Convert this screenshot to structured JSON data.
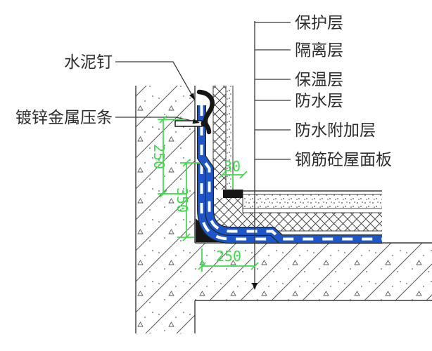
{
  "drawing": {
    "title": "parapet-roof-waterproofing-detail",
    "left_labels": [
      {
        "text": "水泥钉"
      },
      {
        "text": "镀锌金属压条"
      }
    ],
    "right_labels": [
      {
        "text": "保护层"
      },
      {
        "text": "隔离层"
      },
      {
        "text": "保温层"
      },
      {
        "text": "防水层"
      },
      {
        "text": "防水附加层"
      },
      {
        "text": "钢筋砼屋面板"
      }
    ],
    "dimensions": {
      "membrane_termination_height": "250",
      "flashing_upturn_height": "350",
      "additional_layer_extent": "250",
      "sealant_gap_width": "30"
    },
    "colors": {
      "membrane_blue": "#1d56c9",
      "dimension_green": "#3ddb4b",
      "line_dark": "#3a3a3a",
      "sealant_black": "#141414"
    }
  }
}
